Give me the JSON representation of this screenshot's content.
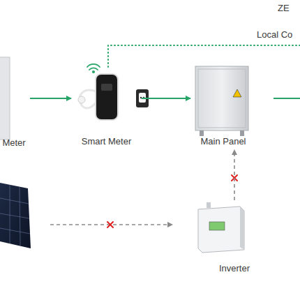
{
  "diagram": {
    "nodes": [
      {
        "text": [
          "Meter"
        ]
      },
      {
        "text": [
          "Smart Meter"
        ]
      },
      {
        "text": [
          "Main Panel"
        ]
      },
      {
        "text": [
          "Inverter"
        ]
      }
    ],
    "edges": [
      {
        "from": 0,
        "to": 1,
        "arrow": "to"
      },
      {
        "from": 1,
        "to": 2,
        "arrow": "to"
      },
      {
        "from": 3,
        "to": 2,
        "arrow": "to"
      }
    ],
    "labels": [
      "ZE",
      "Local Co"
    ]
  }
}
